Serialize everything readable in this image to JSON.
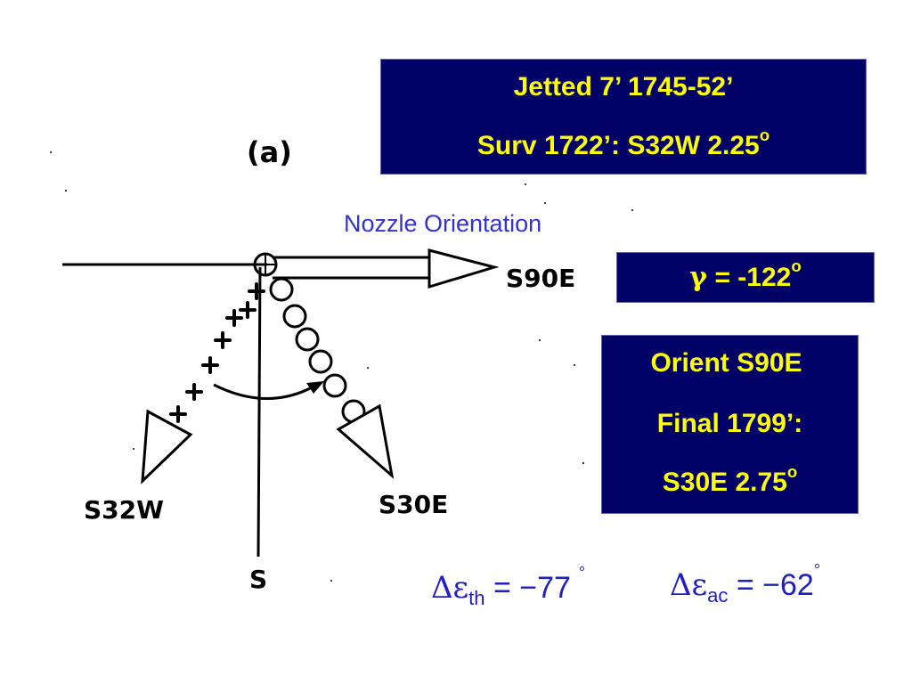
{
  "top_box": {
    "line1": "Jetted 7’   1745-52’",
    "line2_text": "Surv 1722’:    S32W  2.25",
    "line2_sup": "o"
  },
  "gamma_box": {
    "symbol": "γ",
    "text": " = -122",
    "sup": "o"
  },
  "final_box": {
    "line1": "Orient  S90E",
    "line2": "Final 1799’:",
    "line3_text": "S30E   2.75",
    "line3_sup": "o"
  },
  "nozzle_caption": "Nozzle Orientation",
  "diagram": {
    "panel_label": "(a)",
    "label_s90e": "S90E",
    "label_s32w": "S32W",
    "label_s30e": "S30E",
    "label_s": "S"
  },
  "equations": {
    "th": {
      "delta": "Δε",
      "sub": "th",
      "rhs": " = −77",
      "deg": "°"
    },
    "ac": {
      "delta": "Δε",
      "sub": "ac",
      "rhs": " = −62",
      "deg": "°"
    }
  },
  "colors": {
    "box_bg": "#000066",
    "box_text": "#ffff00",
    "caption": "#3333cc",
    "equation": "#1f1fbf"
  }
}
